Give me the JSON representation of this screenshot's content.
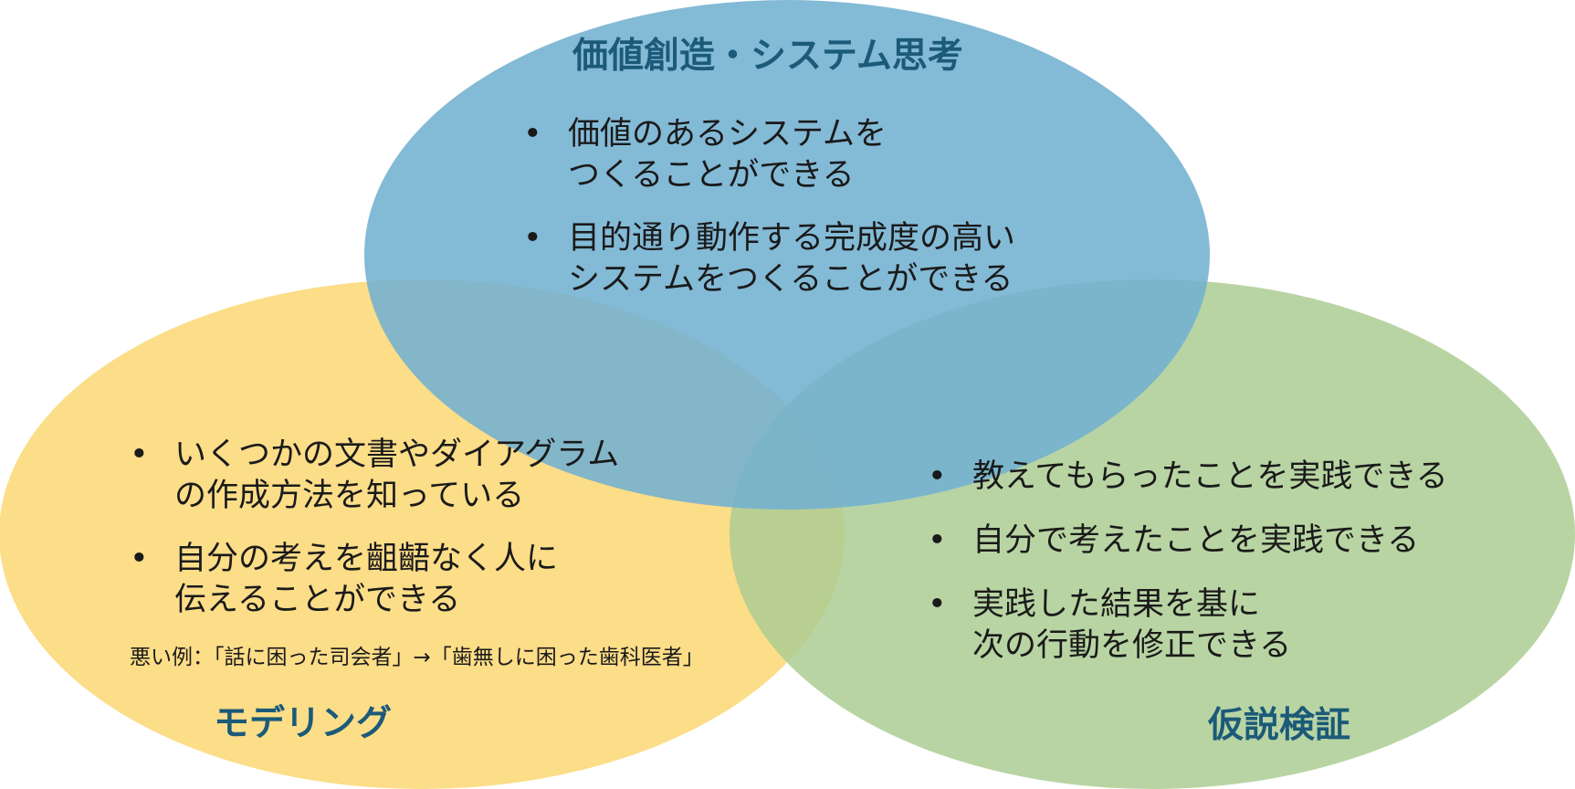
{
  "colors": {
    "top": "#72b1d0",
    "left": "#fcd877",
    "right": "#abcd93",
    "title": "#1b5a78"
  },
  "top": {
    "title": "価値創造・システム思考",
    "bullets": [
      "価値のあるシステムを\nつくることができる",
      "目的通り動作する完成度の高い\nシステムをつくることができる"
    ]
  },
  "left": {
    "title": "モデリング",
    "bullets": [
      "いくつかの文書やダイアグラム\nの作成方法を知っている",
      "自分の考えを齟齬なく人に\n伝えることができる"
    ],
    "note": "悪い例：「話に困った司会者」→「歯無しに困った歯科医者」"
  },
  "right": {
    "title": "仮説検証",
    "bullets": [
      "教えてもらったことを実践できる",
      "自分で考えたことを実践できる",
      "実践した結果を基に\n次の行動を修正できる"
    ]
  }
}
